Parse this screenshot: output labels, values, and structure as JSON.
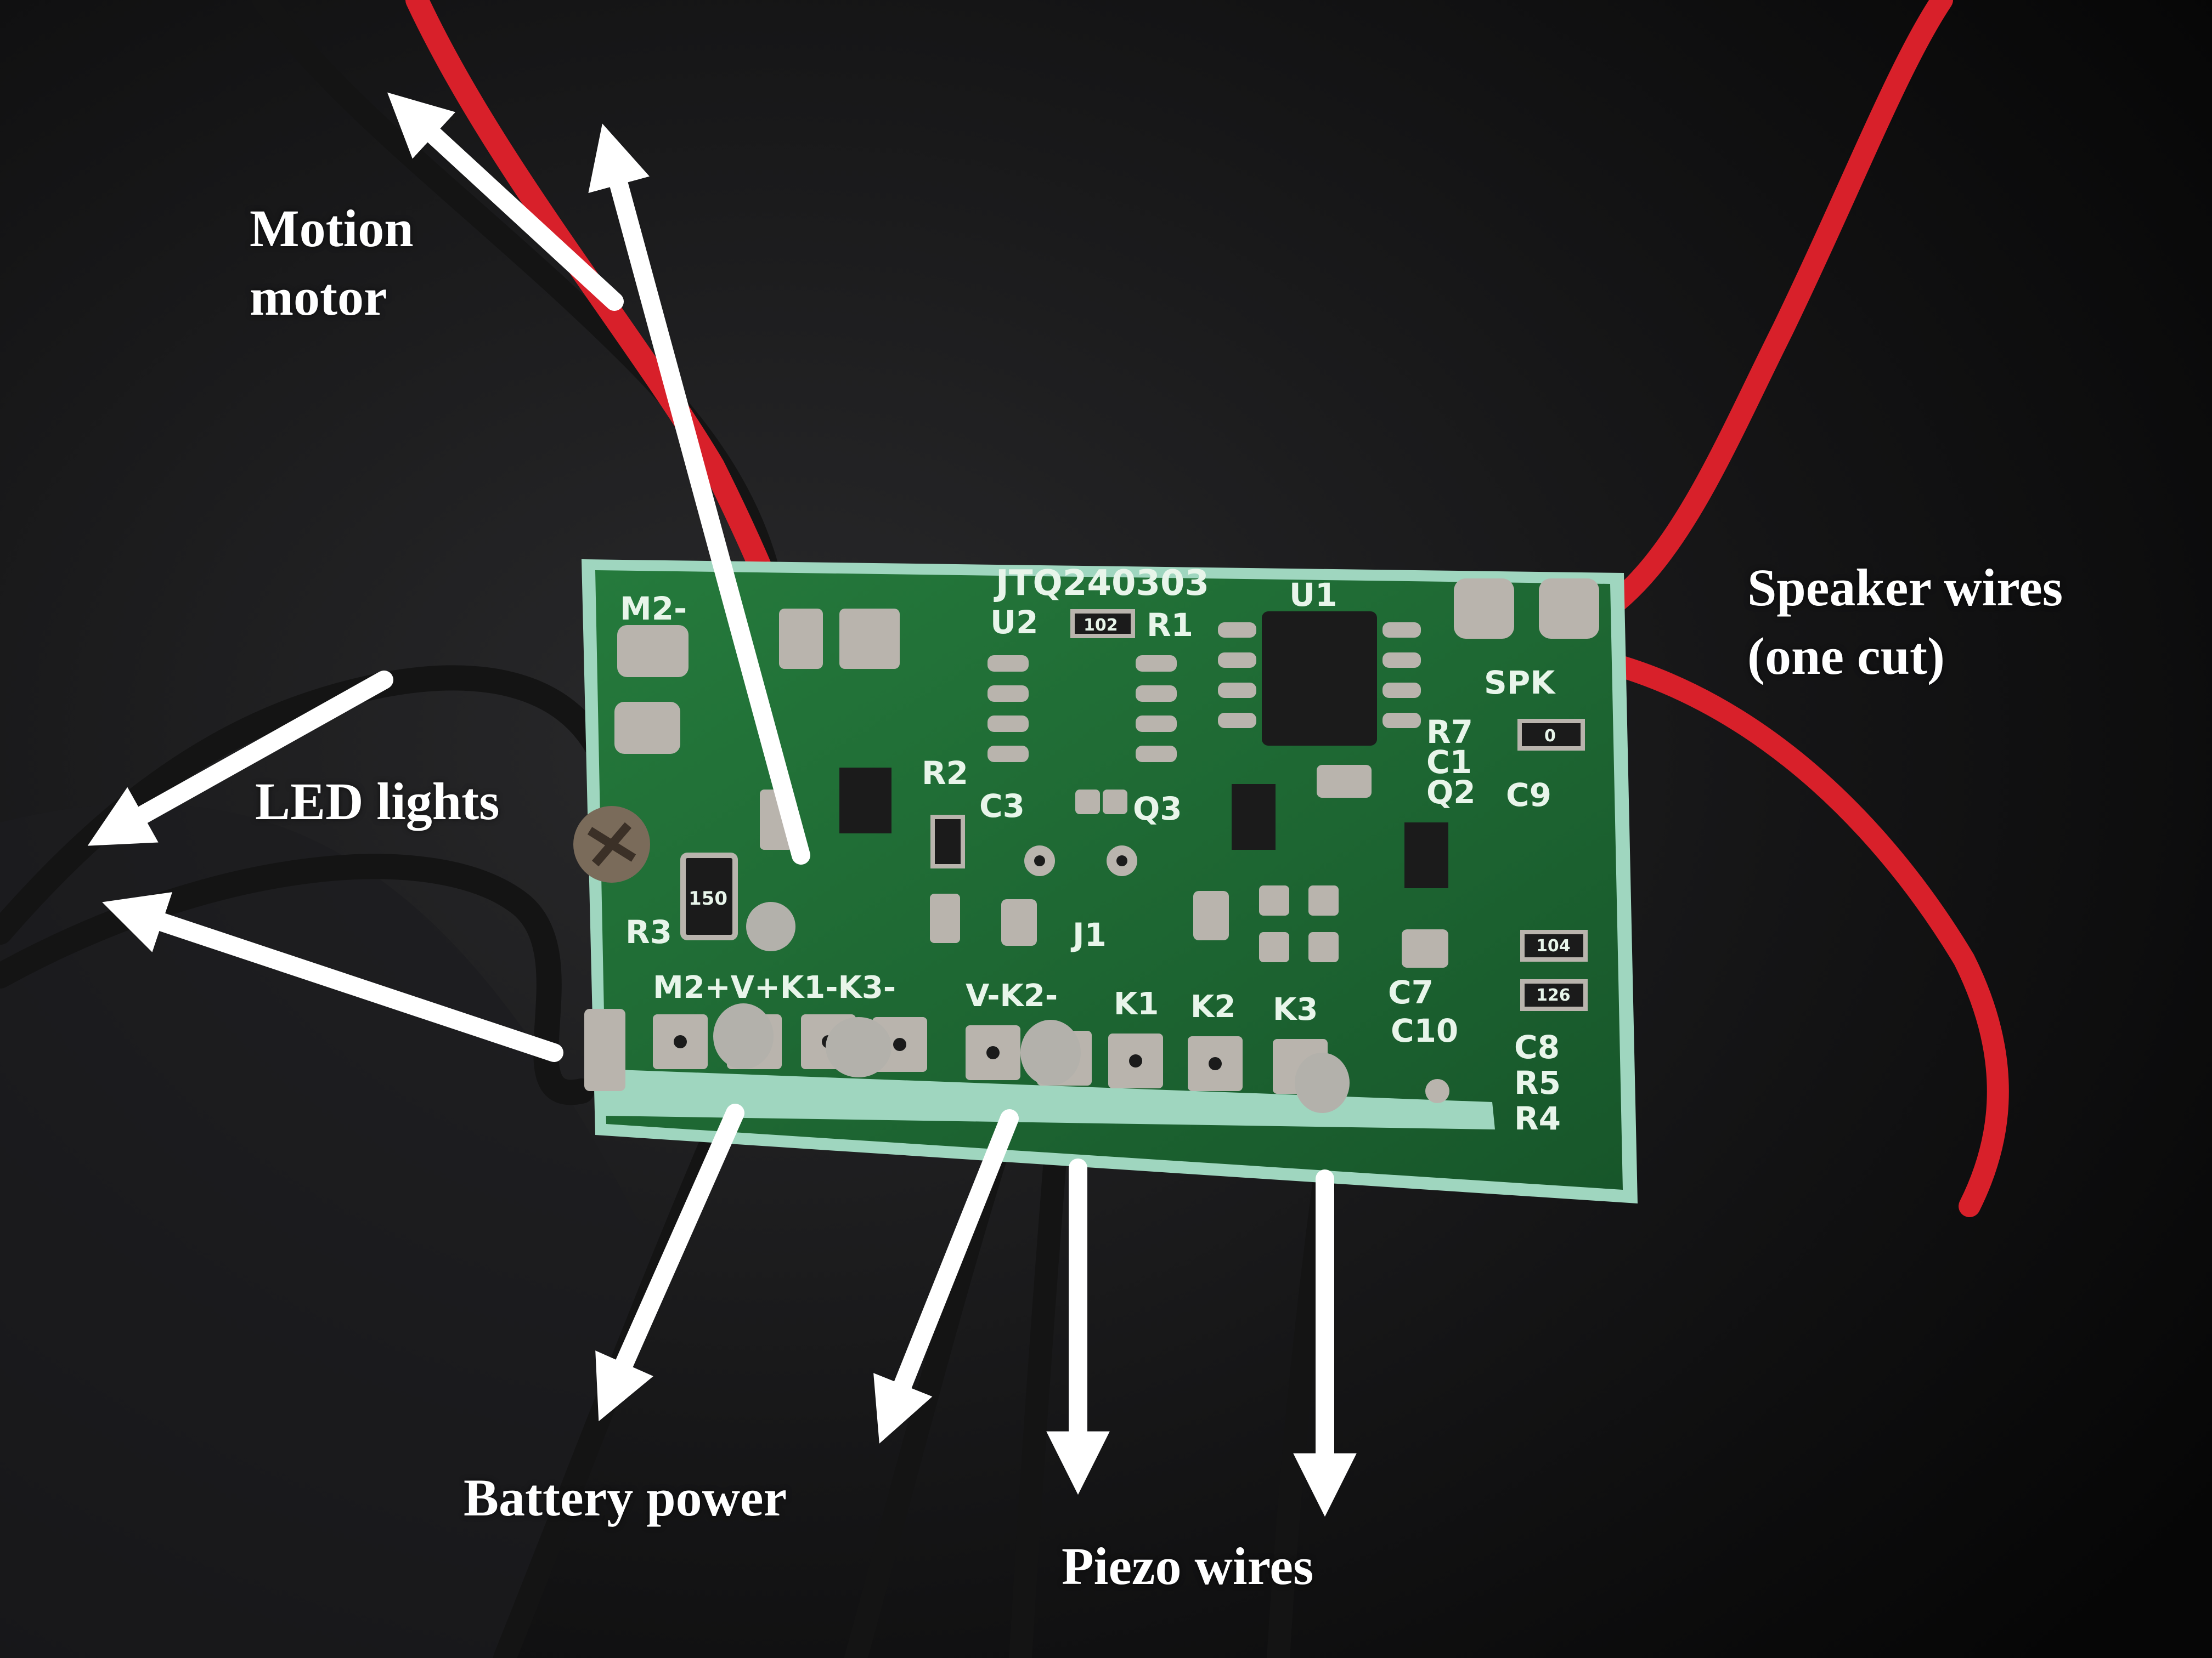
{
  "annotations": {
    "motion_motor": [
      "Motion",
      "motor"
    ],
    "led_lights": "LED lights",
    "speaker_wires": [
      "Speaker wires",
      "(one cut)"
    ],
    "battery_power": "Battery power",
    "piezo_wires": "Piezo wires"
  },
  "board": {
    "model": "JTQ240303",
    "silkscreen": {
      "m2_minus": "M2-",
      "u2": "U2",
      "r1": "R1",
      "u1": "U1",
      "spk": "SPK",
      "r7": "R7",
      "c1": "C1",
      "q2": "Q2",
      "c9": "C9",
      "c3": "C3",
      "q3": "Q3",
      "r2": "R2",
      "r3": "R3",
      "j1": "J1",
      "c7": "C7",
      "c10": "C10",
      "c8": "C8",
      "r5": "R5",
      "r4": "R4",
      "pad_row_left": "M2+V+K1-K3-",
      "pad_row_mid": "V-K2-",
      "k1": "K1",
      "k2": "K2",
      "k3": "K3",
      "resistor_150": "150",
      "resistor_102": "102",
      "resistor_104": "104",
      "resistor_126": "126",
      "resistor_0": "0"
    }
  },
  "colors": {
    "background": "#0b0b0c",
    "pcb_green": "#1f6b34",
    "pcb_edge": "#9fd6bf",
    "pad_tin": "#b9b4ad",
    "wire_red": "#d8202a",
    "wire_black": "#141414",
    "arrow": "#ffffff"
  }
}
